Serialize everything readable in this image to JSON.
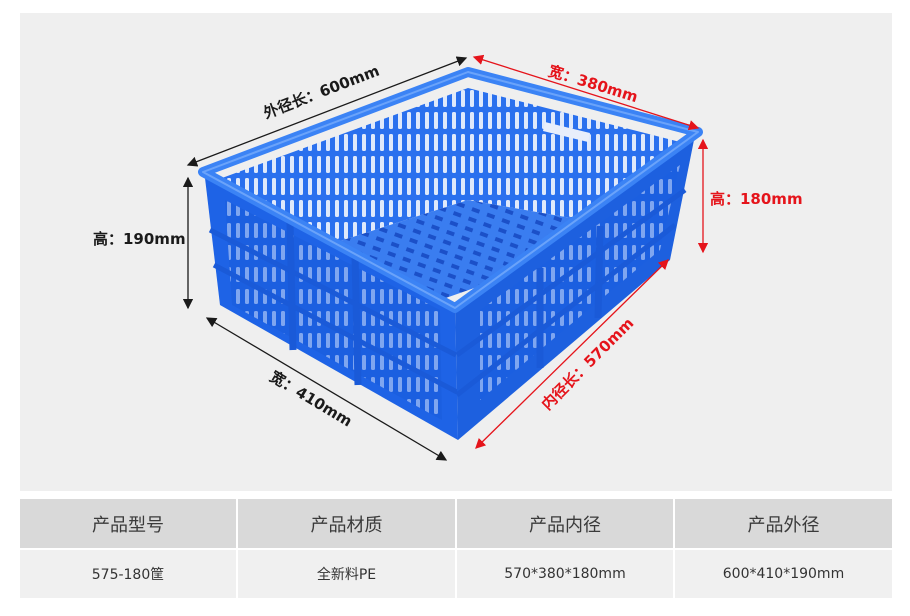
{
  "product_image": {
    "description": "blue plastic ventilated crate",
    "crate_color": "#1e63e6",
    "dimensions": {
      "outer_length": "外径长：600mm",
      "outer_width": "宽：410mm",
      "outer_height": "高：190mm",
      "inner_width": "宽：380mm",
      "inner_height": "高：180mm",
      "inner_length": "内径长：570mm"
    },
    "label_colors": {
      "outer": "#1a1a1a",
      "inner": "#e5141b"
    }
  },
  "spec_table": {
    "headers": [
      "产品型号",
      "产品材质",
      "产品内径",
      "产品外径"
    ],
    "rows": [
      [
        "575-180筐",
        "全新料PE",
        "570*380*180mm",
        "600*410*190mm"
      ]
    ]
  }
}
